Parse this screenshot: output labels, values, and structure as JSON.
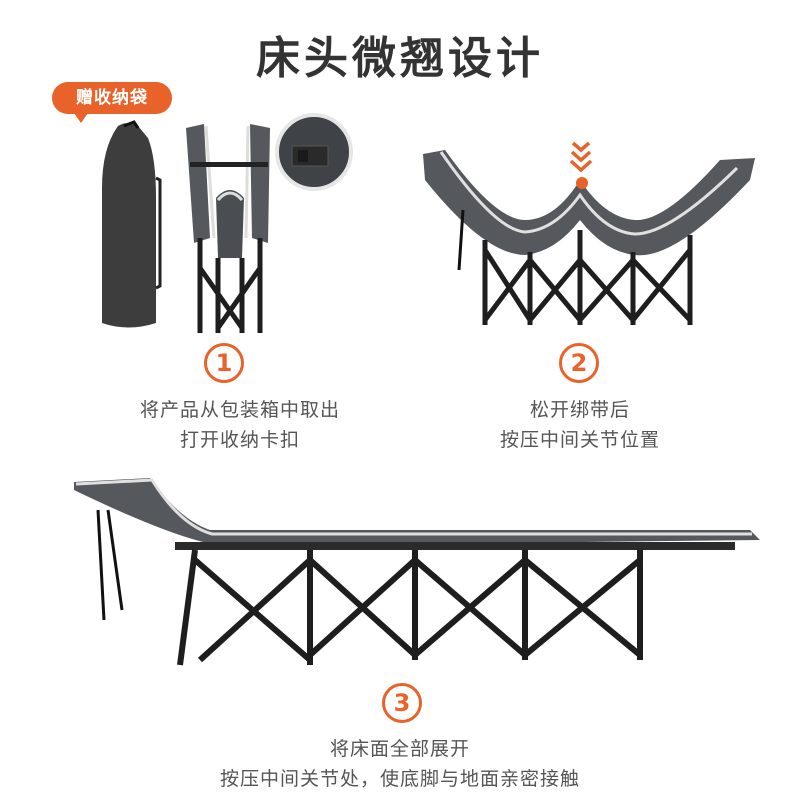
{
  "header": {
    "title": "床头微翘设计"
  },
  "badge": {
    "label": "赠收纳袋"
  },
  "steps": [
    {
      "number": "1",
      "lines": [
        "将产品从包装箱中取出",
        "打开收纳卡扣"
      ]
    },
    {
      "number": "2",
      "lines": [
        "松开绑带后",
        "按压中间关节位置"
      ]
    },
    {
      "number": "3",
      "lines": [
        "将床面全部展开",
        "按压中间关节处，使底脚与地面亲密接触"
      ]
    }
  ],
  "icons": {
    "press_indicator": "triple-chevron-down-icon"
  },
  "colors": {
    "accent": "#e8622a",
    "fabric": "#55585c",
    "frame": "#1e1e1e",
    "trim": "#d8d8d8",
    "text": "#555555"
  }
}
